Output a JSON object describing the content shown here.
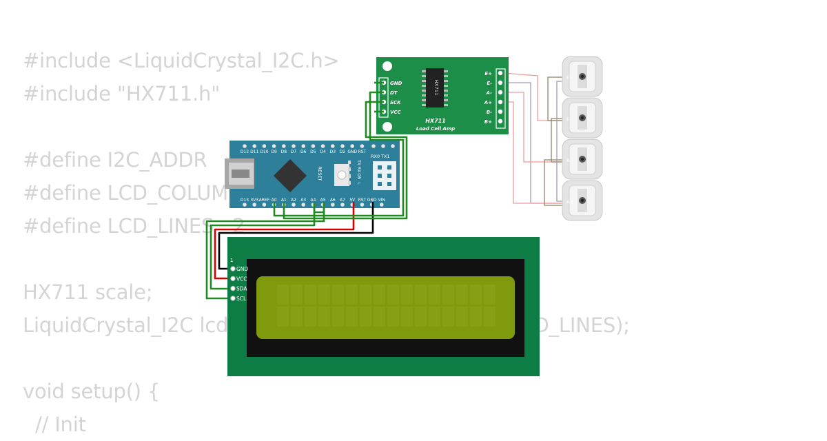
{
  "code": {
    "lines": [
      "#include <LiquidCrystal_I2C.h>",
      "#include \"HX711.h\"",
      "",
      "#define I2C_ADDR    0x27",
      "#define LCD_COLUMNS 16",
      "#define LCD_LINES   2",
      "",
      "HX711 scale;",
      "LiquidCrystal_I2C lcd(I2C_ADDR, LCD_COLUMNS, LCD_LINES);",
      "",
      "void setup() {",
      "  // Init"
    ]
  },
  "hx711": {
    "chip": "HX711",
    "title": "HX711",
    "subtitle": "Load Cell Amp",
    "left_pins": [
      "GND",
      "DT",
      "SCK",
      "VCC"
    ],
    "right_pins": [
      "E+",
      "E-",
      "A-",
      "A+",
      "B-",
      "B+"
    ]
  },
  "nano": {
    "top_pins": [
      "D12",
      "D11",
      "D10",
      "D9",
      "D8",
      "D7",
      "D6",
      "D5",
      "D4",
      "D3",
      "D2",
      "GND",
      "RST"
    ],
    "top_right": [
      "RX0",
      "TX1"
    ],
    "bottom_pins": [
      "D13",
      "3V3",
      "AREF",
      "A0",
      "A1",
      "A2",
      "A3",
      "A4",
      "A5",
      "A6",
      "A7",
      "5V",
      "RST",
      "GND",
      "VIN"
    ],
    "reset_label": "RESET",
    "leds": [
      "TX",
      "RX",
      "ON",
      "L"
    ]
  },
  "lcd": {
    "pin_one": "1",
    "pins": [
      "GND",
      "VCC",
      "SDA",
      "SCL"
    ]
  },
  "load_cells": [
    "E+",
    "E-",
    "A-",
    "A+"
  ],
  "colors": {
    "board_green": "#1d8e47",
    "nano_blue": "#2d7f9a",
    "lcd_green": "#0d7d45",
    "lcd_screen": "#7f9a0c",
    "wire_green": "#1f8a1f",
    "wire_red": "#d40000",
    "wire_black": "#000000"
  }
}
